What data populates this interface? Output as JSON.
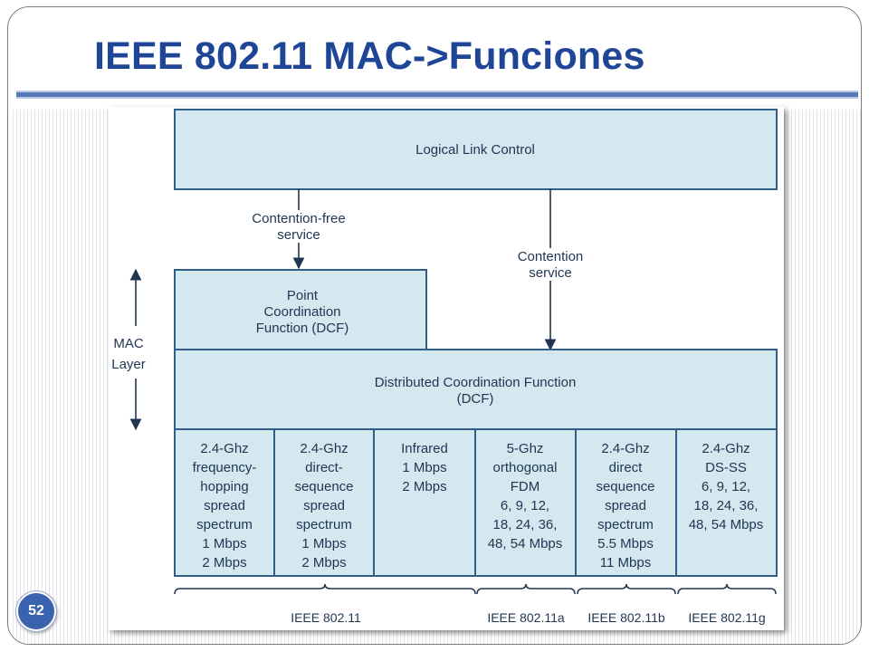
{
  "slide": {
    "title": "IEEE 802.11 MAC->Funciones",
    "number": "52"
  },
  "diagram": {
    "llc": "Logical Link Control",
    "contention_free": [
      "Contention-free",
      "service"
    ],
    "contention": [
      "Contention",
      "service"
    ],
    "pcf": [
      "Point",
      "Coordination",
      "Function (DCF)"
    ],
    "mac_layer": [
      "MAC",
      "Layer"
    ],
    "dcf": [
      "Distributed Coordination Function",
      "(DCF)"
    ],
    "phy": [
      [
        "2.4-Ghz",
        "frequency-",
        "hopping",
        "spread",
        "spectrum",
        "1 Mbps",
        "2 Mbps"
      ],
      [
        "2.4-Ghz",
        "direct-",
        "sequence",
        "spread",
        "spectrum",
        "1 Mbps",
        "2 Mbps"
      ],
      [
        "Infrared",
        "1 Mbps",
        "2 Mbps"
      ],
      [
        "5-Ghz",
        "orthogonal",
        "FDM",
        "6, 9, 12,",
        "18, 24, 36,",
        "48, 54 Mbps"
      ],
      [
        "2.4-Ghz",
        "direct",
        "sequence",
        "spread",
        "spectrum",
        "5.5 Mbps",
        "11 Mbps"
      ],
      [
        "2.4-Ghz",
        "DS-SS",
        "6, 9, 12,",
        "18, 24, 36,",
        "48, 54 Mbps"
      ]
    ],
    "standards": [
      "IEEE 802.11",
      "IEEE 802.11a",
      "IEEE 802.11b",
      "IEEE 802.11g"
    ]
  },
  "colors": {
    "title": "#1f4597",
    "box_fill": "#d3e8ef",
    "box_stroke": "#2f5f88",
    "text": "#1f3552"
  }
}
